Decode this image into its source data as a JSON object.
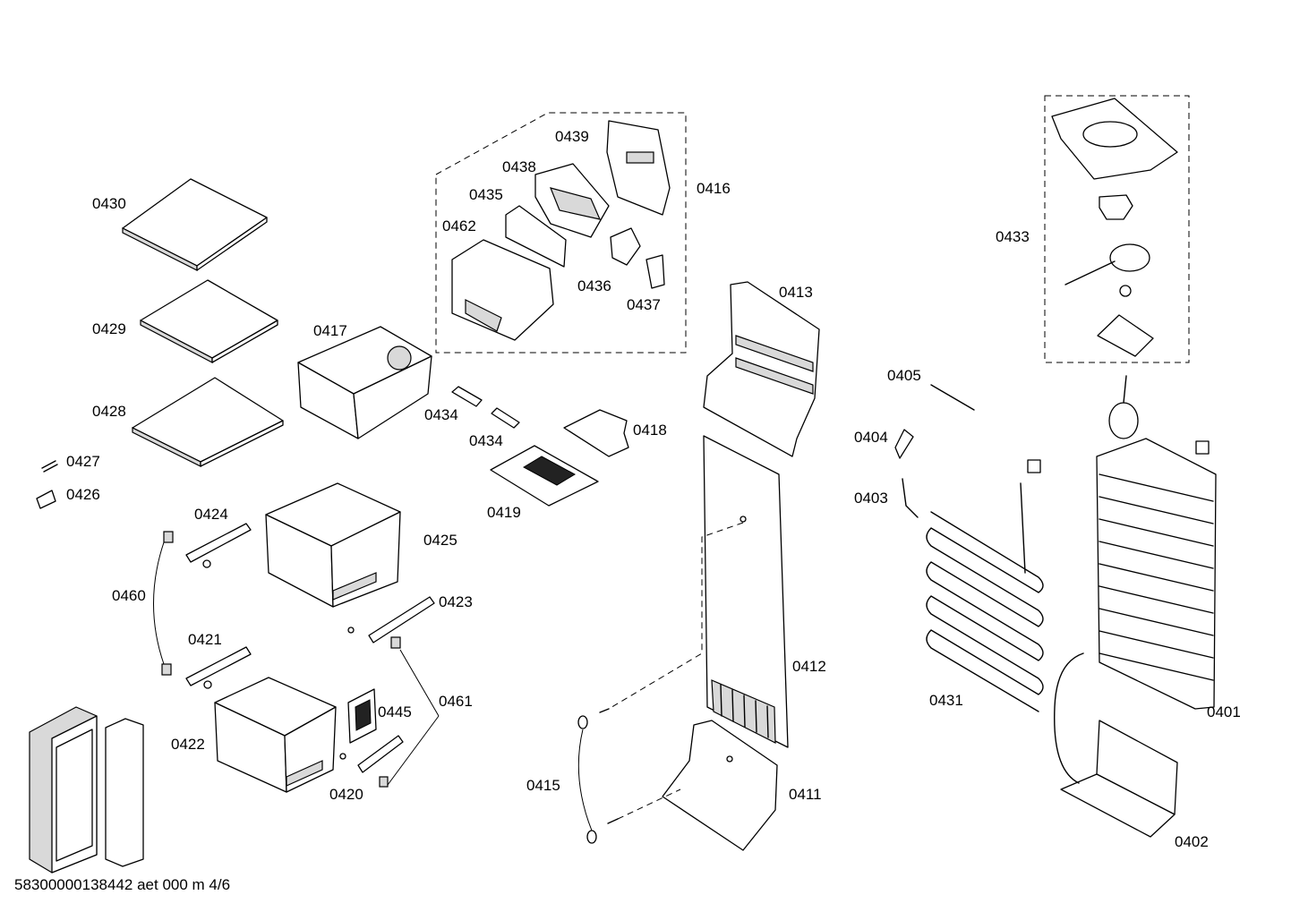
{
  "footer": "58300000138442 aet 000 m 4/6",
  "labels": [
    {
      "id": "0430",
      "text": "0430"
    },
    {
      "id": "0429",
      "text": "0429"
    },
    {
      "id": "0428",
      "text": "0428"
    },
    {
      "id": "0427",
      "text": "0427"
    },
    {
      "id": "0426",
      "text": "0426"
    },
    {
      "id": "0424",
      "text": "0424"
    },
    {
      "id": "0425",
      "text": "0425"
    },
    {
      "id": "0460",
      "text": "0460"
    },
    {
      "id": "0423",
      "text": "0423"
    },
    {
      "id": "0421",
      "text": "0421"
    },
    {
      "id": "0461",
      "text": "0461"
    },
    {
      "id": "0445",
      "text": "0445"
    },
    {
      "id": "0422",
      "text": "0422"
    },
    {
      "id": "0420",
      "text": "0420"
    },
    {
      "id": "0439",
      "text": "0439"
    },
    {
      "id": "0438",
      "text": "0438"
    },
    {
      "id": "0435",
      "text": "0435"
    },
    {
      "id": "0462",
      "text": "0462"
    },
    {
      "id": "0416",
      "text": "0416"
    },
    {
      "id": "0436",
      "text": "0436"
    },
    {
      "id": "0437",
      "text": "0437"
    },
    {
      "id": "0417",
      "text": "0417"
    },
    {
      "id": "0434a",
      "text": "0434"
    },
    {
      "id": "0434b",
      "text": "0434"
    },
    {
      "id": "0418",
      "text": "0418"
    },
    {
      "id": "0419",
      "text": "0419"
    },
    {
      "id": "0413",
      "text": "0413"
    },
    {
      "id": "0412",
      "text": "0412"
    },
    {
      "id": "0415",
      "text": "0415"
    },
    {
      "id": "0411",
      "text": "0411"
    },
    {
      "id": "0433",
      "text": "0433"
    },
    {
      "id": "0405",
      "text": "0405"
    },
    {
      "id": "0404",
      "text": "0404"
    },
    {
      "id": "0403",
      "text": "0403"
    },
    {
      "id": "0431",
      "text": "0431"
    },
    {
      "id": "0401",
      "text": "0401"
    },
    {
      "id": "0402",
      "text": "0402"
    }
  ]
}
